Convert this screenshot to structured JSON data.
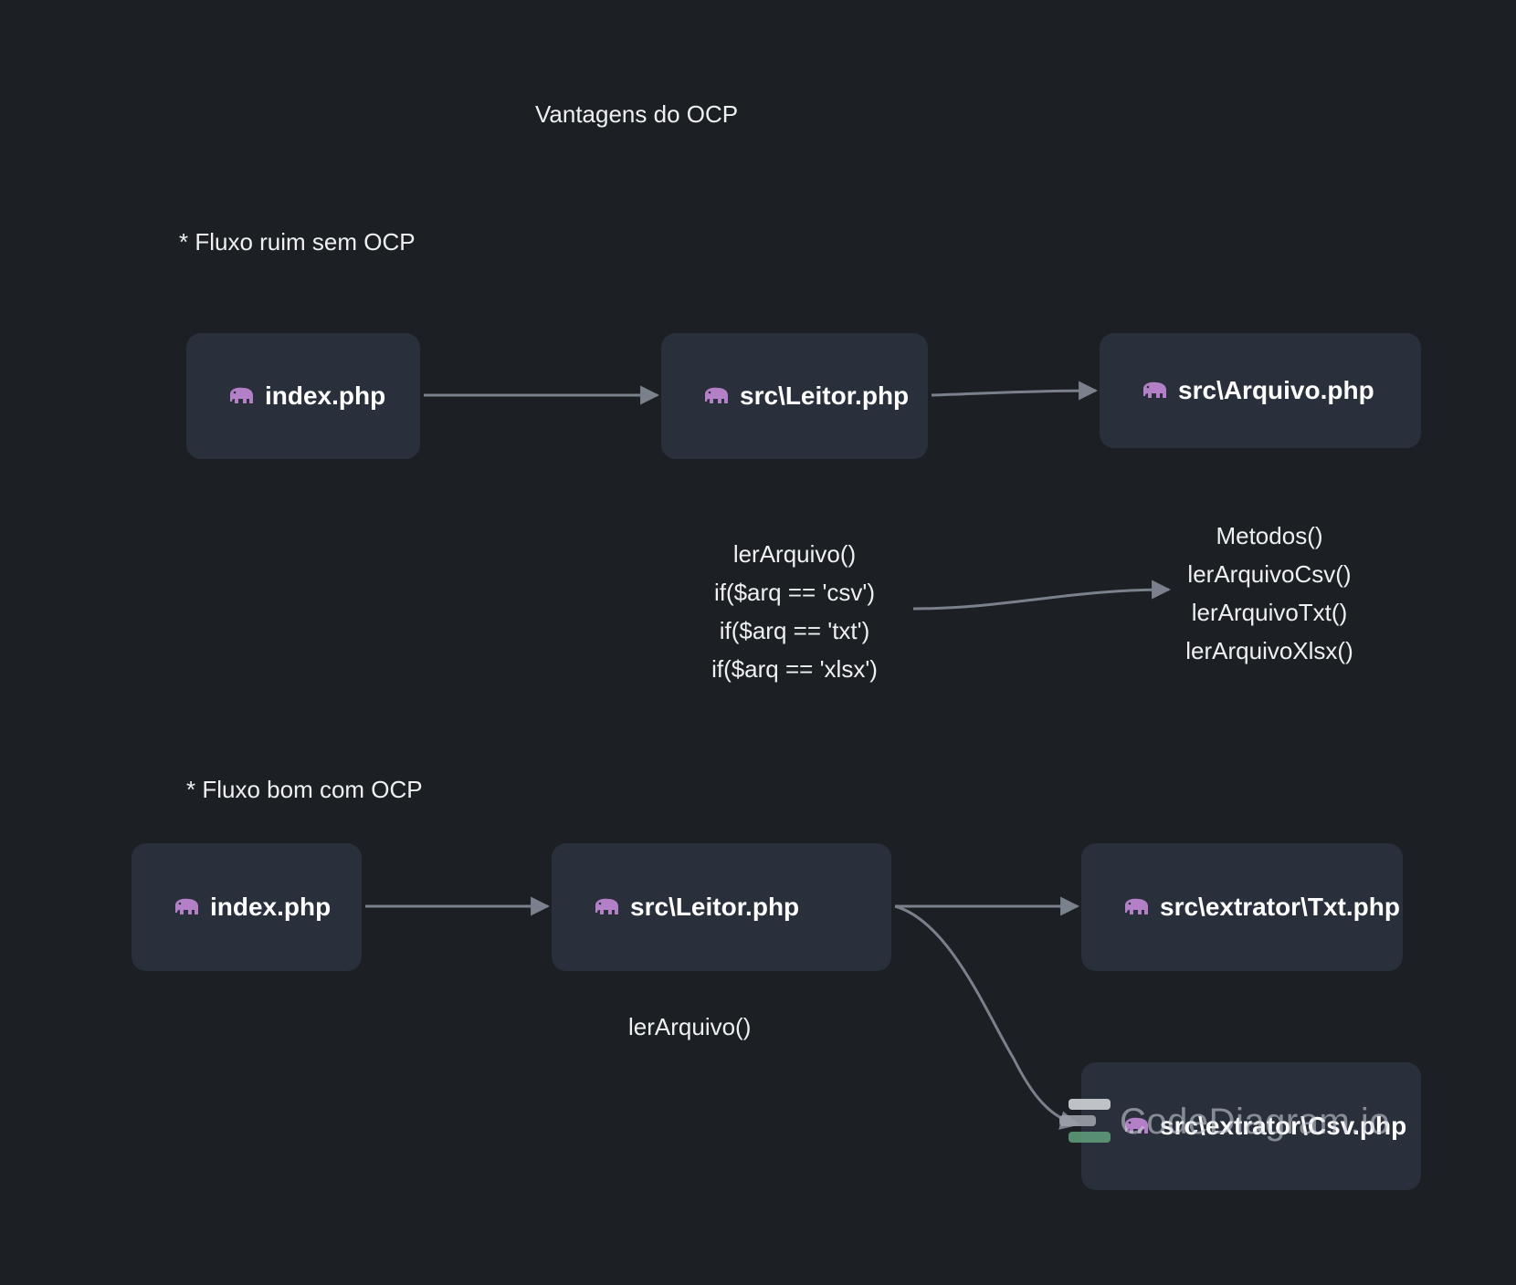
{
  "title": "Vantagens do OCP",
  "section_bad": {
    "heading": "* Fluxo ruim sem OCP",
    "nodes": {
      "index": "index.php",
      "leitor": "src\\Leitor.php",
      "arquivo": "src\\Arquivo.php"
    },
    "leitor_code": [
      "lerArquivo()",
      "if($arq == 'csv')",
      "if($arq == 'txt')",
      "if($arq == 'xlsx')"
    ],
    "arquivo_methods": [
      "Metodos()",
      "lerArquivoCsv()",
      "lerArquivoTxt()",
      "lerArquivoXlsx()"
    ]
  },
  "section_good": {
    "heading": "* Fluxo bom com OCP",
    "nodes": {
      "index": "index.php",
      "leitor": "src\\Leitor.php",
      "txt": "src\\extrator\\Txt.php",
      "csv": "src\\extrator\\Csv.php"
    },
    "leitor_code": "lerArquivo()"
  },
  "watermark": "CodeDiagram.io",
  "icon": "php-elephant-icon",
  "colors": {
    "background": "#1c1f24",
    "node": "#2a303b",
    "edge": "#7b818c",
    "icon": "#b37fc6"
  }
}
